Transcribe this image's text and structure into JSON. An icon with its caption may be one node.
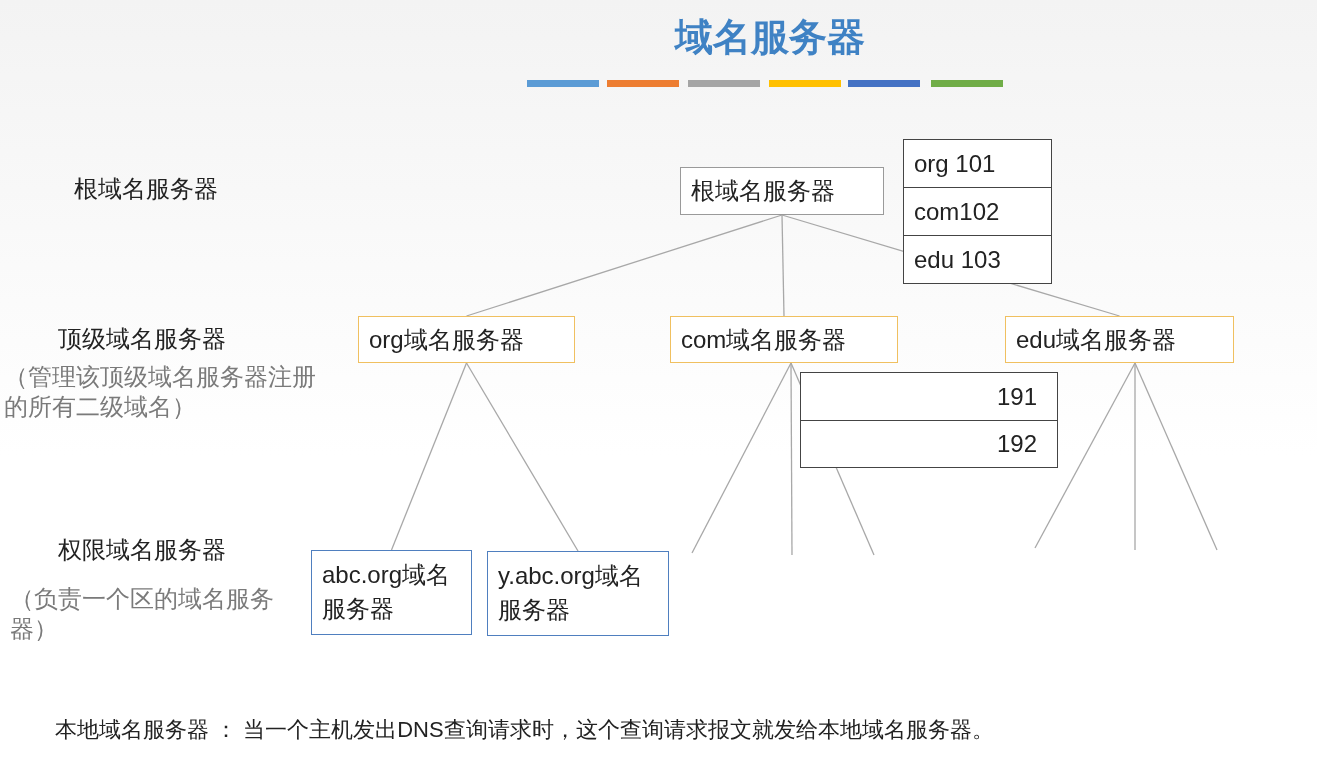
{
  "diagram": {
    "title": "域名服务器",
    "nodes": [
      {
        "text": [
          "根域名服务器"
        ]
      },
      {
        "text": [
          "org域名服务器"
        ]
      },
      {
        "text": [
          "com域名服务器"
        ]
      },
      {
        "text": [
          "edu域名服务器"
        ]
      },
      {
        "text": [
          "abc.org域名服务器"
        ]
      },
      {
        "text": [
          "y.abc.org域名服务器"
        ]
      }
    ],
    "edges": [
      {
        "from": 0,
        "to": 1,
        "arrow": "none"
      },
      {
        "from": 0,
        "to": 2,
        "arrow": "none"
      },
      {
        "from": 0,
        "to": 3,
        "arrow": "none"
      },
      {
        "from": 1,
        "to": 4,
        "arrow": "none"
      },
      {
        "from": 1,
        "to": 5,
        "arrow": "none"
      },
      {
        "from": 2,
        "to": null,
        "arrow": "none"
      },
      {
        "from": 2,
        "to": null,
        "arrow": "none"
      },
      {
        "from": 2,
        "to": null,
        "arrow": "none"
      },
      {
        "from": 3,
        "to": null,
        "arrow": "none"
      },
      {
        "from": 3,
        "to": null,
        "arrow": "none"
      },
      {
        "from": 3,
        "to": null,
        "arrow": "none"
      }
    ],
    "labels": [
      "org 101",
      "根域名服务器",
      "com102",
      "edu 103",
      "顶级域名服务器",
      "（管理该顶级域名服务器注册的所有二级域名）",
      "191",
      "192",
      "权限域名服务器",
      "（负责一个区的域名服务器）",
      "本地域名服务器 ： 当一个主机发出DNS查询请求时，这个查询请求报文就发给本地域名服务器。"
    ]
  }
}
